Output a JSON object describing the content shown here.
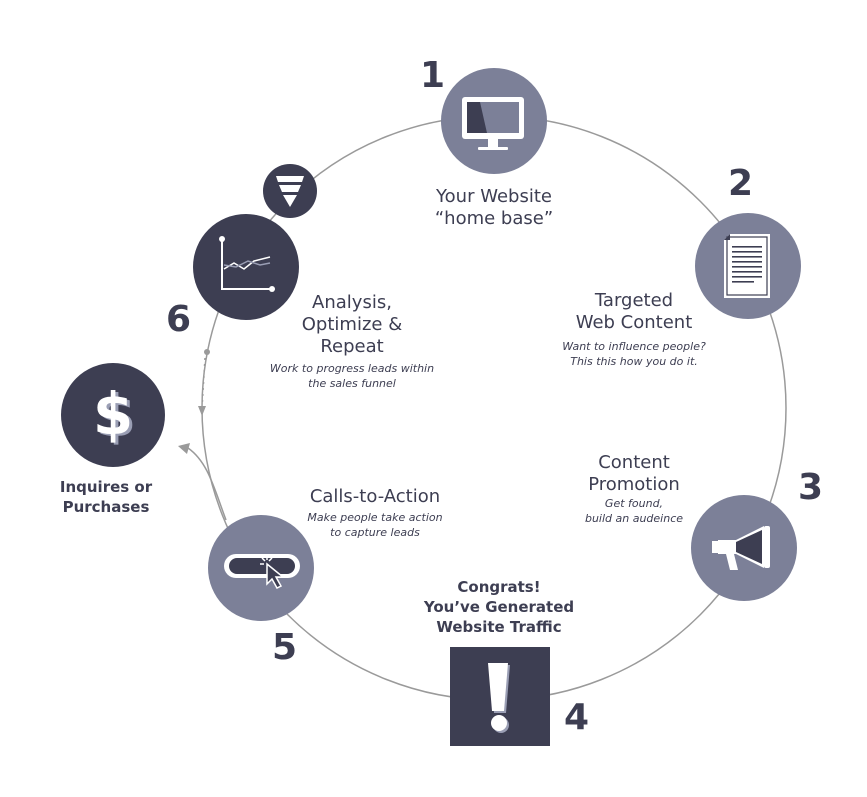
{
  "colors": {
    "dark": "#3d3e52",
    "mid": "#7c8098",
    "ring": "#9a9a9a",
    "white": "#ffffff"
  },
  "steps": [
    {
      "number": "1",
      "title": "Your Website\n“home base”",
      "subtitle": "",
      "icon": "monitor-icon"
    },
    {
      "number": "2",
      "title": "Targeted\nWeb Content",
      "subtitle": "Want to influence people?\nThis this how you do it.",
      "icon": "document-icon"
    },
    {
      "number": "3",
      "title": "Content\nPromotion",
      "subtitle": "Get found,\nbuild an audeince",
      "icon": "megaphone-icon"
    },
    {
      "number": "4",
      "title": "Congrats!\nYou’ve Generated\nWebsite Traffic",
      "subtitle": "",
      "icon": "exclamation-icon"
    },
    {
      "number": "5",
      "title": "Calls-to-Action",
      "subtitle": "Make people take action\nto capture leads",
      "icon": "cursor-button-icon"
    },
    {
      "number": "6",
      "title": "Analysis,\nOptimize &\nRepeat",
      "subtitle": "Work to progress leads within\nthe sales funnel",
      "icon": "line-chart-icon"
    }
  ],
  "outcome": {
    "label": "Inquires or\nPurchases",
    "icon": "dollar-icon"
  },
  "funnel": {
    "icon": "funnel-icon"
  }
}
